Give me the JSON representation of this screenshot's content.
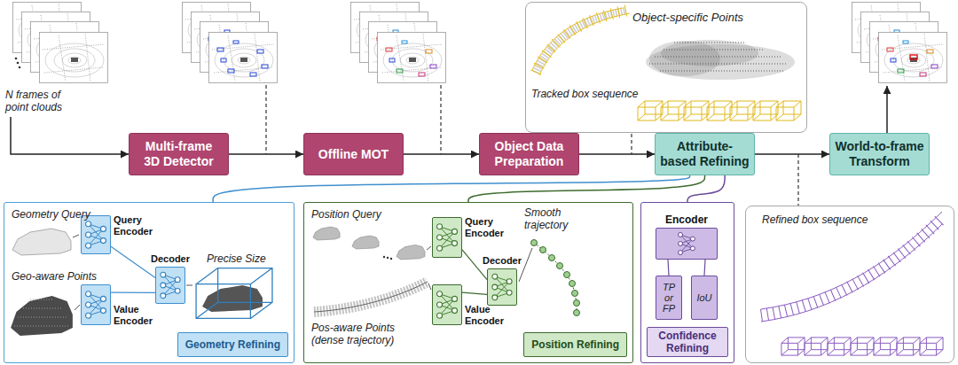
{
  "diagram": {
    "nodes": [
      {
        "text": [
          "Multi-frame 3D Detector"
        ]
      },
      {
        "text": [
          "Offline MOT"
        ]
      },
      {
        "text": [
          "Object Data Preparation"
        ]
      },
      {
        "text": [
          "Attribute-based Refining"
        ]
      },
      {
        "text": [
          "World-to-frame Transform"
        ]
      },
      {
        "text": [
          "Object-specific Points",
          "Tracked box sequence"
        ]
      },
      {
        "text": [
          "Geometry Refining",
          "Geometry Query",
          "Geo-aware Points",
          "Precise Size"
        ]
      },
      {
        "text": [
          "Query Encoder"
        ],
        "in": 6
      },
      {
        "text": [
          "Value Encoder"
        ],
        "in": 6
      },
      {
        "text": [
          "Decoder"
        ],
        "in": 6
      },
      {
        "text": [
          "Position Refining",
          "Position Query",
          "Pos-aware Points (dense trajectory)",
          "Smooth trajectory"
        ]
      },
      {
        "text": [
          "Query Encoder"
        ],
        "in": 10
      },
      {
        "text": [
          "Value Encoder"
        ],
        "in": 10
      },
      {
        "text": [
          "Decoder"
        ],
        "in": 10
      },
      {
        "text": [
          "Confidence Refining"
        ]
      },
      {
        "text": [
          "Encoder"
        ],
        "in": 14
      },
      {
        "text": [
          "TP or FP"
        ],
        "in": 14
      },
      {
        "text": [
          "IoU"
        ],
        "in": 14
      },
      {
        "text": [
          "Refined box sequence"
        ]
      }
    ],
    "edges": [
      {
        "from": 0,
        "to": 1,
        "arrow": "to"
      },
      {
        "from": 1,
        "to": 2,
        "arrow": "to"
      },
      {
        "from": 2,
        "to": 3,
        "arrow": "to"
      },
      {
        "from": 3,
        "to": 4,
        "arrow": "to"
      },
      {
        "from": 3,
        "to": 6,
        "arrow": "none"
      },
      {
        "from": 3,
        "to": 10,
        "arrow": "none"
      },
      {
        "from": 3,
        "to": 14,
        "arrow": "none"
      },
      {
        "from": 7,
        "to": 9,
        "arrow": "none"
      },
      {
        "from": 8,
        "to": 9,
        "arrow": "none"
      },
      {
        "from": 11,
        "to": 13,
        "arrow": "none"
      },
      {
        "from": 12,
        "to": 13,
        "arrow": "none"
      },
      {
        "from": 15,
        "to": 16,
        "arrow": "none"
      },
      {
        "from": 15,
        "to": 17,
        "arrow": "none"
      }
    ],
    "labels": [
      "N frames of point clouds"
    ]
  }
}
